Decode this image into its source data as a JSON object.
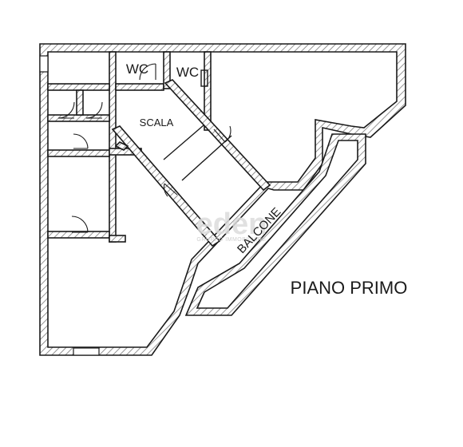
{
  "plan": {
    "title": "PIANO PRIMO",
    "rooms": {
      "wc_left": "WC",
      "wc_right": "WC",
      "stairs": "SCALA",
      "balcony": "BALCONE"
    },
    "watermark": {
      "brand": "eden",
      "tagline": "GRUPPO IMMOBILIARE"
    }
  }
}
